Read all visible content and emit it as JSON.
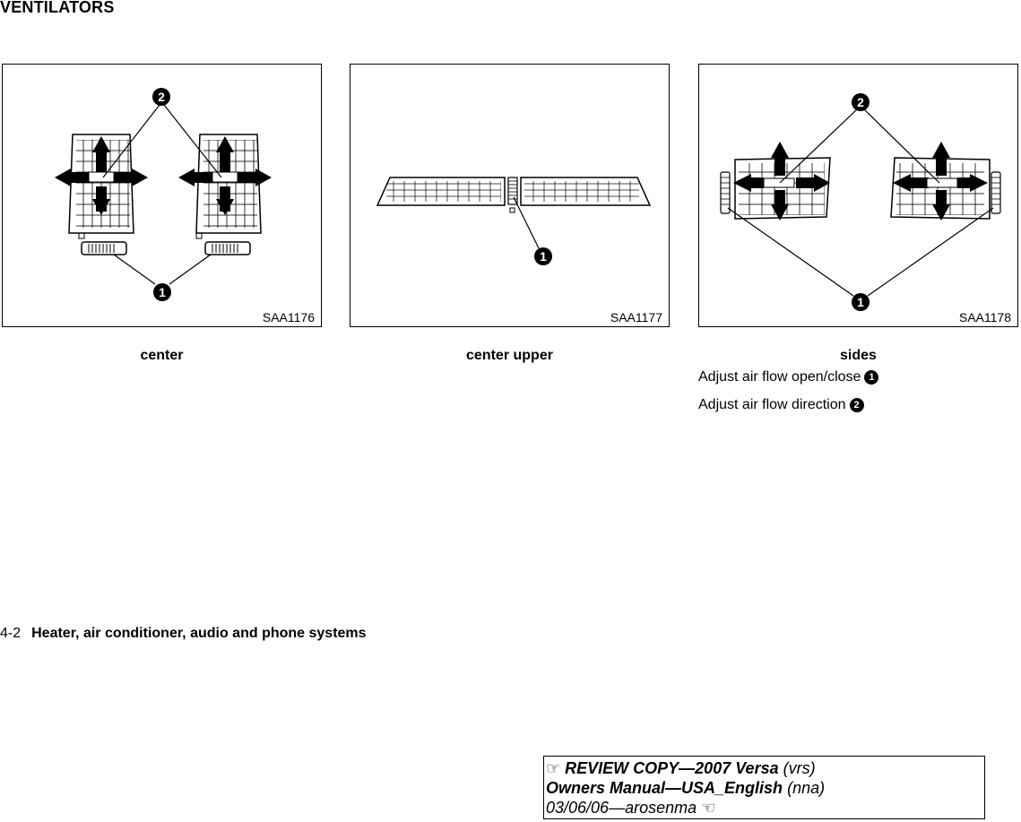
{
  "heading": "VENTILATORS",
  "figures": [
    {
      "code": "SAA1176",
      "caption": "center"
    },
    {
      "code": "SAA1177",
      "caption": "center upper"
    },
    {
      "code": "SAA1178",
      "caption": "sides"
    }
  ],
  "callouts": {
    "one": "1",
    "two": "2"
  },
  "notes": [
    {
      "text": "Adjust air flow open/close",
      "marker": "1"
    },
    {
      "text": "Adjust air flow direction",
      "marker": "2"
    }
  ],
  "footer": {
    "page_number": "4-2",
    "section_title": "Heater, air conditioner, audio and phone systems"
  },
  "review_box": {
    "pointer": "☞",
    "line1_bold": "REVIEW COPY—2007 Versa",
    "line1_paren": "(vrs)",
    "line2_bold": "Owners Manual—USA_English",
    "line2_paren": "(nna)",
    "line3": "03/06/06—arosenma",
    "end_glyph": "☜"
  }
}
